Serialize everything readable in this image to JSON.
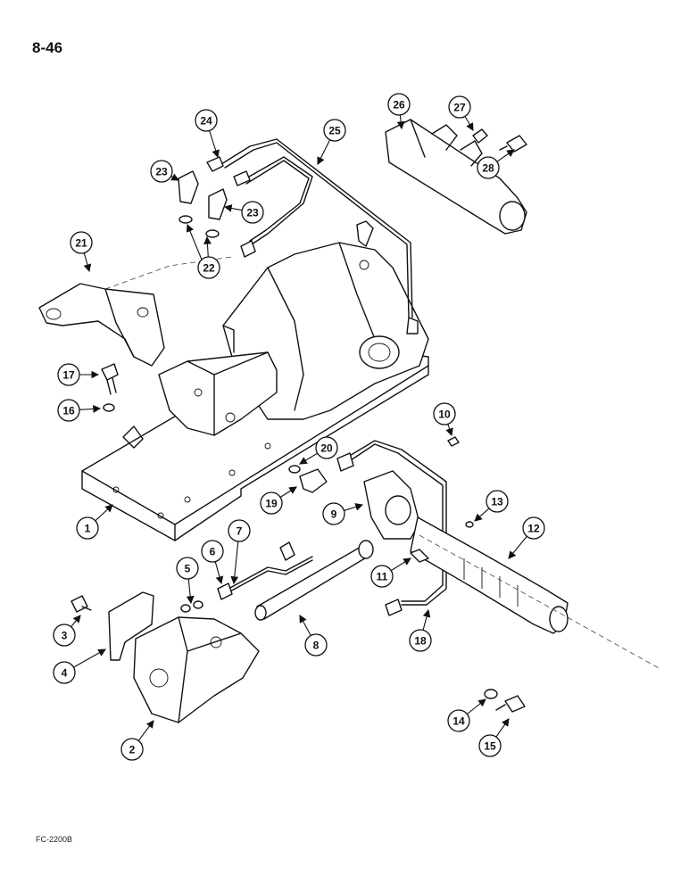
{
  "page": {
    "page_number": "8-46",
    "figure_code": "FC-2200B"
  },
  "callouts": [
    "1",
    "2",
    "3",
    "4",
    "5",
    "6",
    "7",
    "8",
    "9",
    "10",
    "11",
    "12",
    "13",
    "14",
    "15",
    "16",
    "17",
    "18",
    "19",
    "20",
    "21",
    "22",
    "23",
    "23",
    "24",
    "25",
    "26",
    "27",
    "28"
  ]
}
